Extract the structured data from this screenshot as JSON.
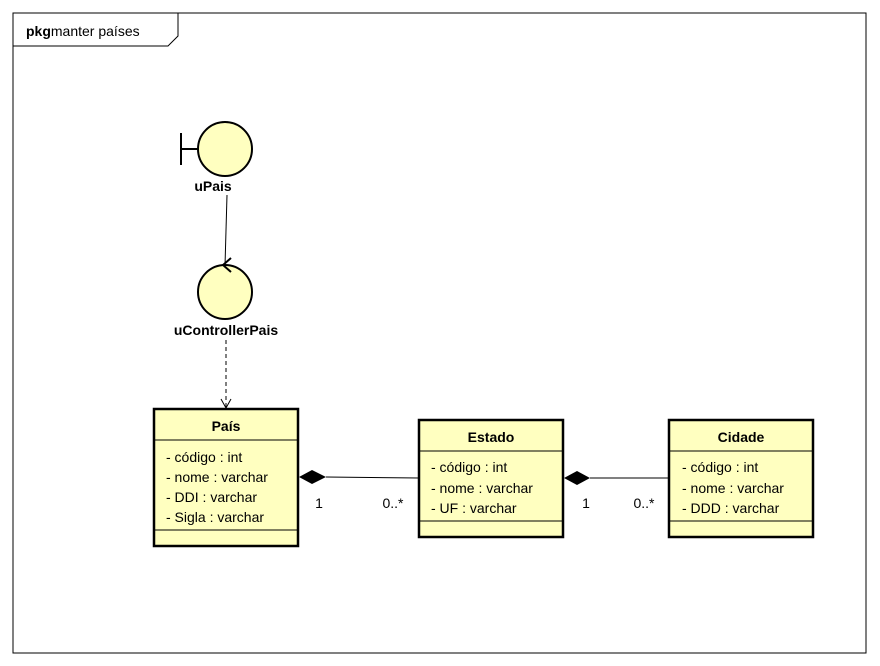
{
  "frame": {
    "keyword": "pkg",
    "name": "manter países"
  },
  "boundary": {
    "name": "uPais"
  },
  "control": {
    "name": "uControllerPais"
  },
  "classes": {
    "pais": {
      "name": "País",
      "attributes": [
        "- código : int",
        "- nome : varchar",
        "- DDI : varchar",
        "- Sigla : varchar"
      ]
    },
    "estado": {
      "name": "Estado",
      "attributes": [
        "- código : int",
        "- nome : varchar",
        "- UF : varchar"
      ]
    },
    "cidade": {
      "name": "Cidade",
      "attributes": [
        "- código : int",
        "- nome : varchar",
        "- DDD : varchar"
      ]
    }
  },
  "associations": [
    {
      "from": "País",
      "to": "Estado",
      "kind": "composition",
      "source_multiplicity": "1",
      "target_multiplicity": "0..*"
    },
    {
      "from": "Estado",
      "to": "Cidade",
      "kind": "composition",
      "source_multiplicity": "1",
      "target_multiplicity": "0..*"
    }
  ],
  "dependency": {
    "from": "uControllerPais",
    "to": "País"
  },
  "colors": {
    "fill": "#FFFFC0",
    "stroke": "#000000",
    "background": "#FFFFFF"
  }
}
